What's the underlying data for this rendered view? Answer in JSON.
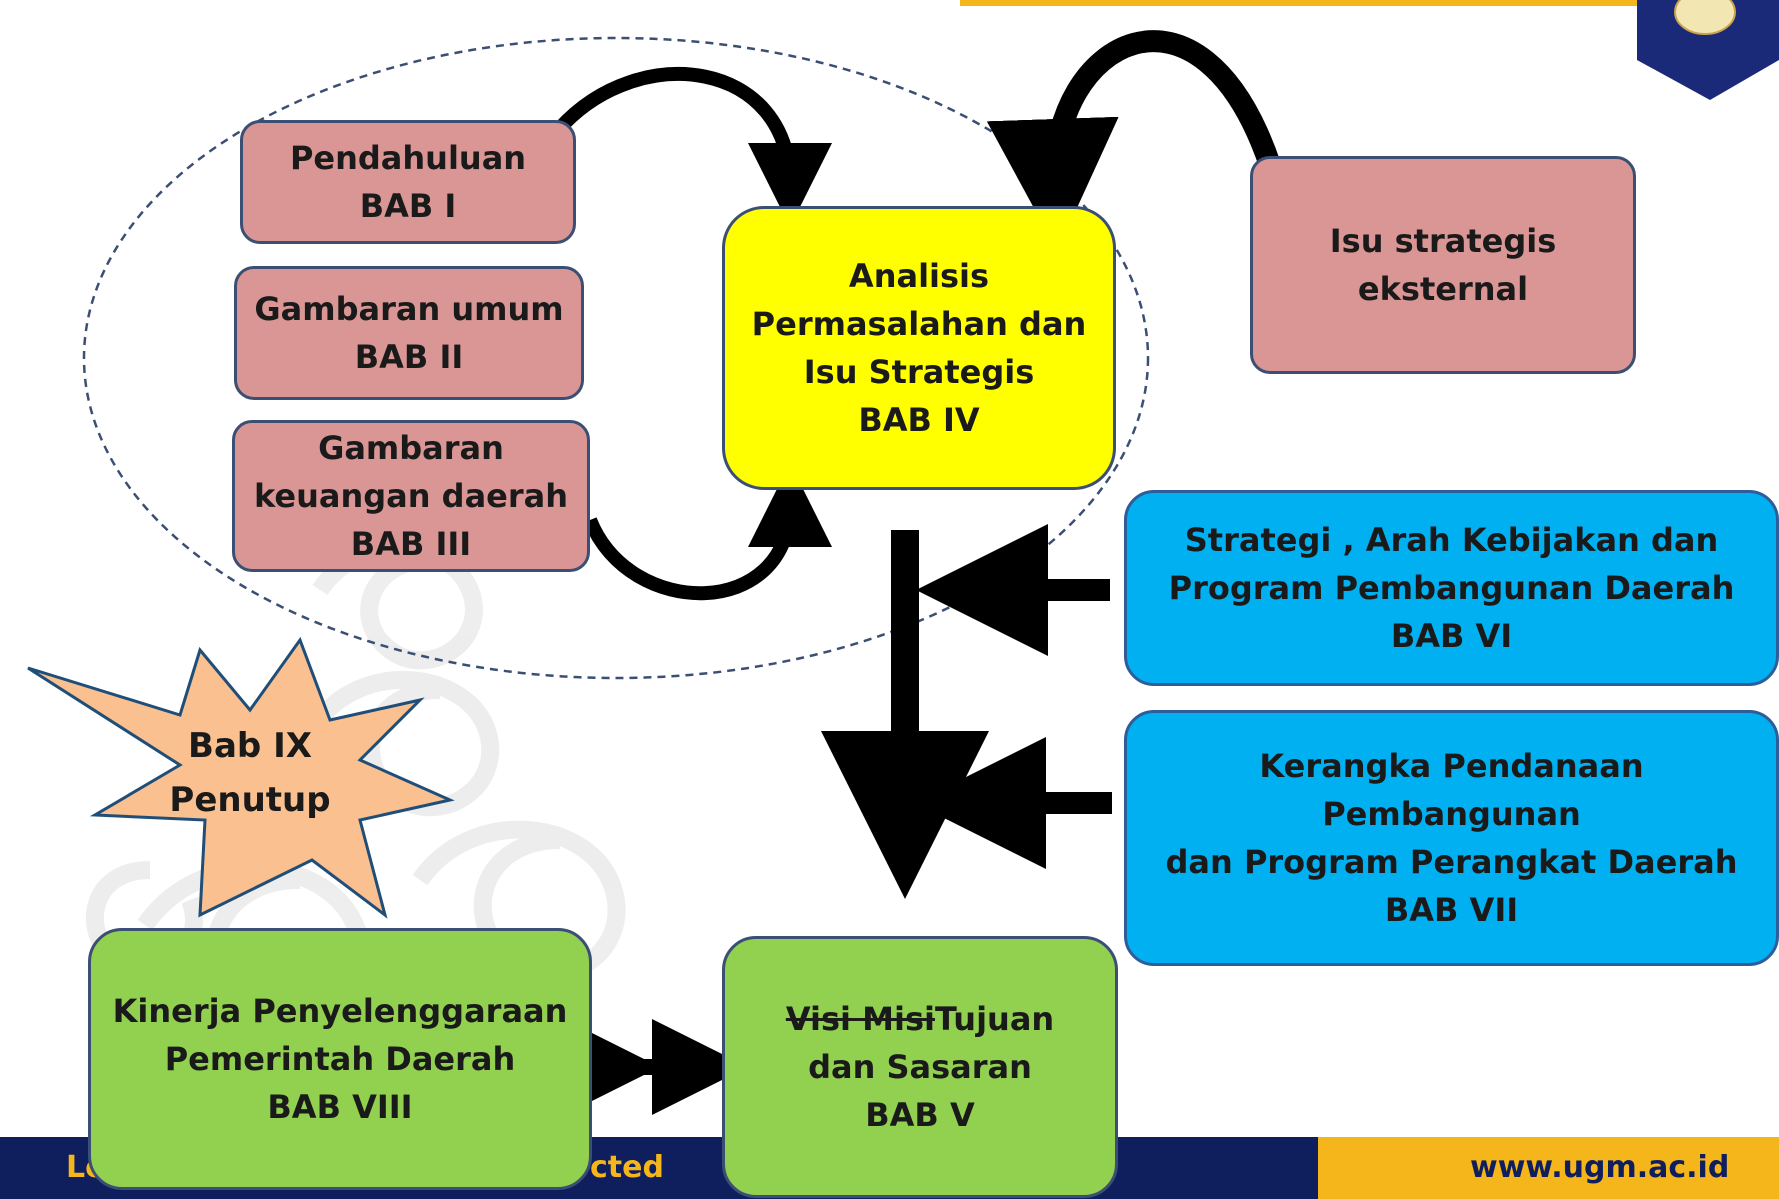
{
  "boxes": {
    "pendahuluan": {
      "line1": "Pendahuluan",
      "line2": "BAB I"
    },
    "gambaran_umum": {
      "line1": "Gambaran umum",
      "line2": "BAB II"
    },
    "gambaran_keuangan": {
      "line1": "Gambaran",
      "line2": "keuangan daerah",
      "line3": "BAB III"
    },
    "analisis": {
      "line1": "Analisis",
      "line2": "Permasalahan dan",
      "line3": "Isu Strategis",
      "line4": "BAB IV"
    },
    "isu_eksternal": {
      "line1": "Isu strategis",
      "line2": "eksternal"
    },
    "strategi": {
      "line1": "Strategi , Arah Kebijakan dan",
      "line2": "Program Pembangunan Daerah",
      "line3": "BAB VI"
    },
    "kerangka": {
      "line1": "Kerangka Pendanaan Pembangunan",
      "line2": "dan Program Perangkat Daerah",
      "line3": "BAB VII"
    },
    "visi": {
      "strike": "Visi Misi",
      "rest": "Tujuan",
      "line2": "dan Sasaran",
      "line3": "BAB V"
    },
    "kinerja": {
      "line1": "Kinerja Penyelenggaraan",
      "line2": "Pemerintah Daerah",
      "line3": "BAB VIII"
    },
    "penutup": {
      "line1": "Bab IX",
      "line2": "Penutup"
    }
  },
  "footer": {
    "left_fragment_1": "Lo",
    "left_fragment_2": "cted",
    "url": "www.ugm.ac.id"
  },
  "colors": {
    "pink": "#d99694",
    "yellow": "#ffff00",
    "blue": "#00b0f0",
    "green": "#92d050",
    "star": "#fac090",
    "navy": "#0f1f5e",
    "gold": "#f5b61c"
  }
}
